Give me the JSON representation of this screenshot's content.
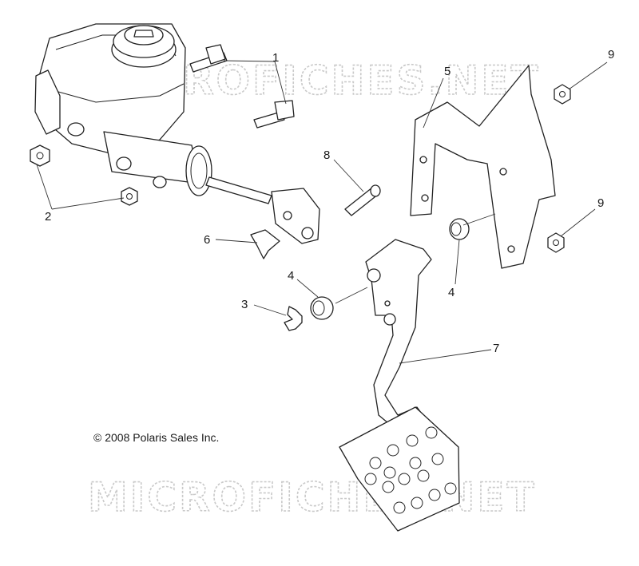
{
  "diagram": {
    "callouts": [
      {
        "id": "1",
        "label": "1"
      },
      {
        "id": "2",
        "label": "2"
      },
      {
        "id": "3",
        "label": "3"
      },
      {
        "id": "4a",
        "label": "4"
      },
      {
        "id": "4b",
        "label": "4"
      },
      {
        "id": "5",
        "label": "5"
      },
      {
        "id": "6",
        "label": "6"
      },
      {
        "id": "7",
        "label": "7"
      },
      {
        "id": "8",
        "label": "8"
      },
      {
        "id": "9a",
        "label": "9"
      },
      {
        "id": "9b",
        "label": "9"
      }
    ],
    "copyright": "© 2008 Polaris Sales Inc.",
    "watermark_top": "MICROFICHES.NET",
    "watermark_bottom": "MICROFICHES.NET"
  }
}
